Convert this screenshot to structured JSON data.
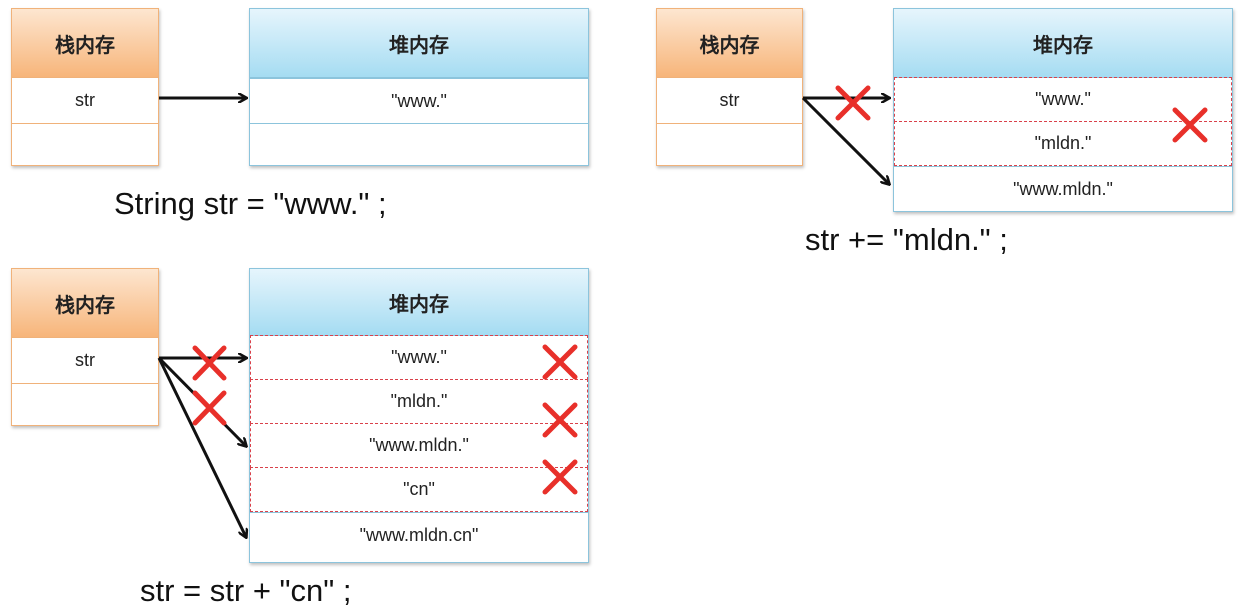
{
  "colors": {
    "stack_header": "#f7b57a",
    "heap_header": "#a5dcf2",
    "cross": "#e8302a"
  },
  "panel1": {
    "stack": {
      "title": "栈内存",
      "var": "str"
    },
    "heap": {
      "title": "堆内存",
      "items": [
        "\"www.\""
      ]
    },
    "code": "String str = \"www.\" ;"
  },
  "panel2": {
    "stack": {
      "title": "栈内存",
      "var": "str"
    },
    "heap": {
      "title": "堆内存",
      "items": [
        "\"www.\"",
        "\"mldn.\"",
        "\"www.mldn.\""
      ]
    },
    "code": "str += \"mldn.\" ;"
  },
  "panel3": {
    "stack": {
      "title": "栈内存",
      "var": "str"
    },
    "heap": {
      "title": "堆内存",
      "items": [
        "\"www.\"",
        "\"mldn.\"",
        "\"www.mldn.\"",
        "\"cn\"",
        "\"www.mldn.cn\""
      ]
    },
    "code": "str = str + \"cn\" ;"
  }
}
